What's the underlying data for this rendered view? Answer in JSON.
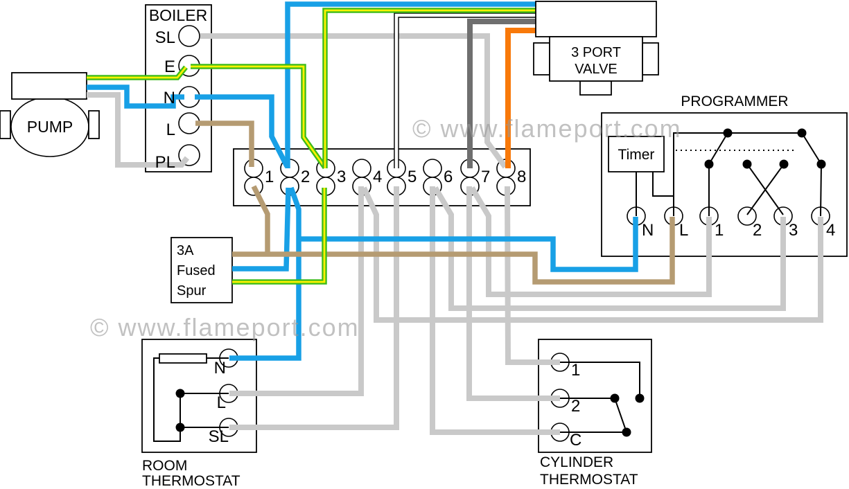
{
  "colors": {
    "blue": "#18A0E6",
    "green": "#3DBB1A",
    "yellow": "#FFF200",
    "brown": "#B59B72",
    "grey_light": "#C9C9C9",
    "grey_dark": "#6F6F6F",
    "orange": "#F8790A",
    "white_wire": "#FFFFFF"
  },
  "watermark": {
    "text": "© www.flameport.com"
  },
  "boiler": {
    "title": "BOILER",
    "terminals": [
      "SL",
      "E",
      "N",
      "L",
      "PL"
    ]
  },
  "pump": {
    "label": "PUMP"
  },
  "valve": {
    "line1": "3 PORT",
    "line2": "VALVE"
  },
  "programmer": {
    "title": "PROGRAMMER",
    "timer": "Timer",
    "terminals": [
      "N",
      "L",
      "1",
      "2",
      "3",
      "4"
    ]
  },
  "strip": {
    "terminals": [
      "1",
      "2",
      "3",
      "4",
      "5",
      "6",
      "7",
      "8"
    ]
  },
  "spur": {
    "line1": "3A",
    "line2": "Fused",
    "line3": "Spur"
  },
  "room_thermostat": {
    "title1": "ROOM",
    "title2": "THERMOSTAT",
    "terminals": [
      "N",
      "L",
      "SL"
    ]
  },
  "cylinder_thermostat": {
    "title1": "CYLINDER",
    "title2": "THERMOSTAT",
    "terminals": [
      "1",
      "2",
      "C"
    ]
  }
}
